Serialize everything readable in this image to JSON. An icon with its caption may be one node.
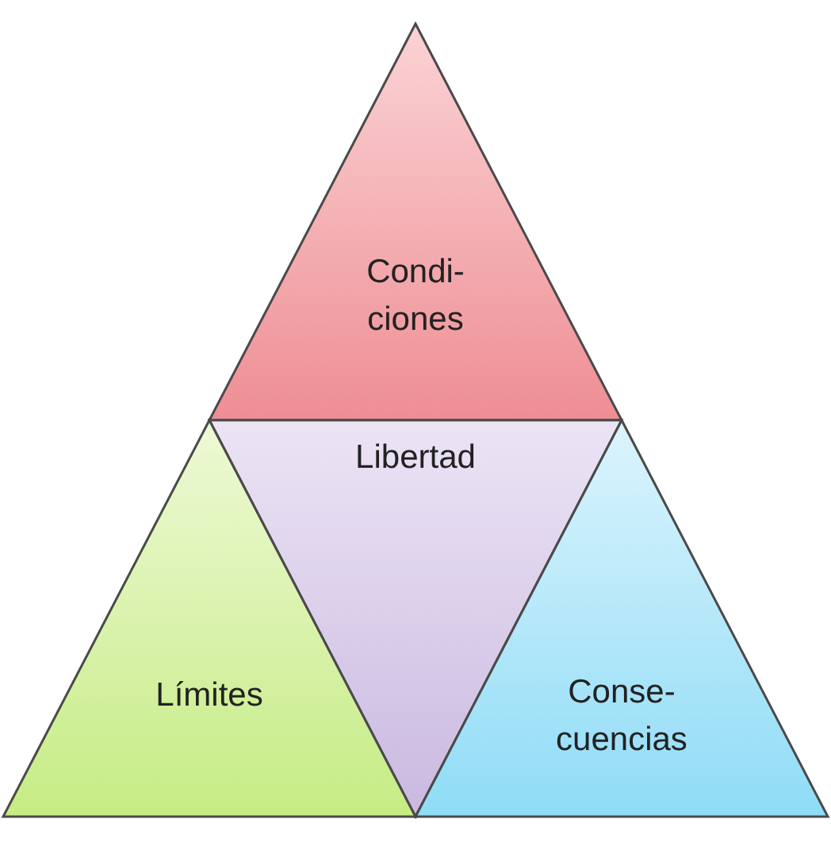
{
  "diagram": {
    "nodes": [
      {
        "text": [
          "Condi- ciones"
        ]
      },
      {
        "text": [
          "Libertad"
        ]
      },
      {
        "text": [
          "Límites"
        ]
      },
      {
        "text": [
          "Conse- cuencias"
        ]
      }
    ]
  }
}
